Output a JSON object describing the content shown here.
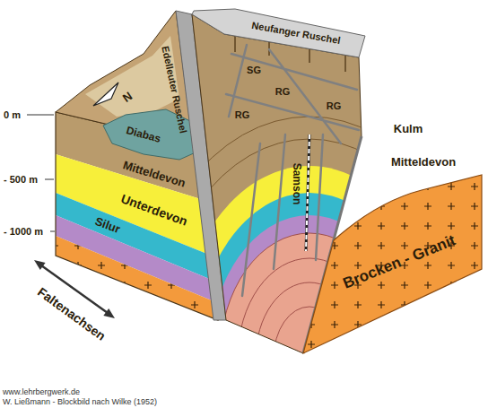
{
  "diagram": {
    "labels": [
      "N",
      "Neufanger Ruschel",
      "SG",
      "RG",
      "RG",
      "RG",
      "Edelleuter Ruschel",
      "0 m",
      "Diabas",
      "Kulm",
      "Mitteldevon",
      "- 500 m",
      "Mitteldevon",
      "Unterdevon",
      "Samson",
      "- 1000 m",
      "Silur",
      "Faltenachsen",
      "Brocken - Granit",
      "www.lehrbergwerk.de",
      "W. Ließmann - Blockbild nach Wilke (1952)"
    ]
  }
}
